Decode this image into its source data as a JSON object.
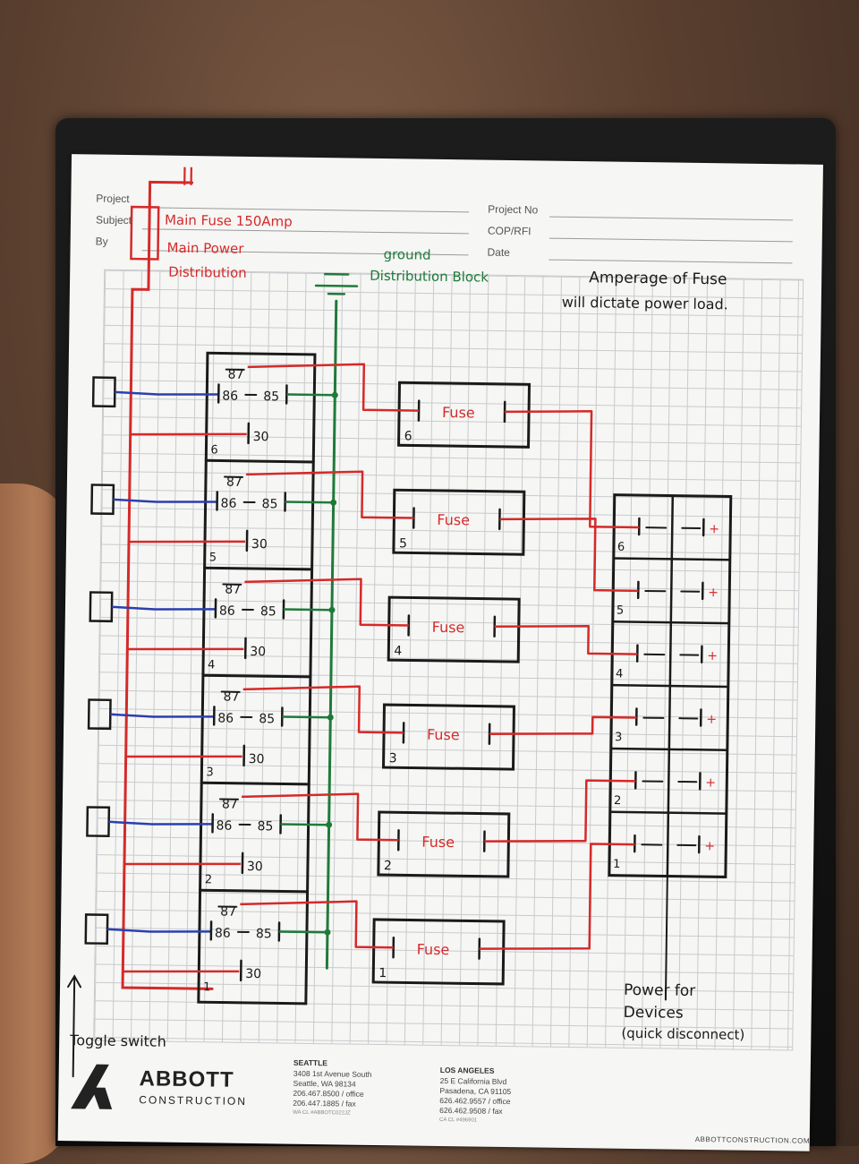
{
  "form": {
    "project_label": "Project",
    "subject_label": "Subject",
    "by_label": "By",
    "project_no_label": "Project No",
    "cop_rfi_label": "COP/RFI",
    "date_label": "Date"
  },
  "notes": {
    "project_value": "||",
    "main_fuse": "Main Fuse 150Amp",
    "main_power_1": "Main Power",
    "main_power_2": "Distribution",
    "ground_1": "ground",
    "ground_2": "Distribution Block",
    "amperage_1": "Amperage of Fuse",
    "amperage_2": "will dictate power load.",
    "power_1": "Power for",
    "power_2": "Devices",
    "power_3": "(quick disconnect)",
    "toggle": "Toggle switch"
  },
  "relays": [
    {
      "n": "6",
      "p87": "87",
      "p86": "86",
      "p85": "85",
      "p30": "30"
    },
    {
      "n": "5",
      "p87": "87",
      "p86": "86",
      "p85": "85",
      "p30": "30"
    },
    {
      "n": "4",
      "p87": "87",
      "p86": "86",
      "p85": "85",
      "p30": "30"
    },
    {
      "n": "3",
      "p87": "87",
      "p86": "86",
      "p85": "85",
      "p30": "30"
    },
    {
      "n": "2",
      "p87": "87",
      "p86": "86",
      "p85": "85",
      "p30": "30"
    },
    {
      "n": "1",
      "p87": "87",
      "p86": "86",
      "p85": "85",
      "p30": "30"
    }
  ],
  "fuses": [
    {
      "n": "6",
      "label": "Fuse"
    },
    {
      "n": "5",
      "label": "Fuse"
    },
    {
      "n": "4",
      "label": "Fuse"
    },
    {
      "n": "3",
      "label": "Fuse"
    },
    {
      "n": "2",
      "label": "Fuse"
    },
    {
      "n": "1",
      "label": "Fuse"
    }
  ],
  "terminals": [
    {
      "n": "6",
      "sign": "+"
    },
    {
      "n": "5",
      "sign": "+"
    },
    {
      "n": "4",
      "sign": "+"
    },
    {
      "n": "3",
      "sign": "+"
    },
    {
      "n": "2",
      "sign": "+"
    },
    {
      "n": "1",
      "sign": "+"
    }
  ],
  "footer": {
    "logo_word": "ABBOTT",
    "logo_sub": "CONSTRUCTION",
    "seattle_title": "SEATTLE",
    "seattle_text": "3408 1st Avenue South\nSeattle, WA 98134\n206.467.8500 / office\n206.447.1885 / fax",
    "seattle_lic": "WA CL #ABBOTC022JZ",
    "la_title": "LOS ANGELES",
    "la_text": "25 E California Blvd\nPasadena, CA 91105\n626.462.9557 / office\n626.462.9508 / fax",
    "la_lic": "CA CL #496901",
    "website": "ABBOTTCONSTRUCTION.COM"
  },
  "colors": {
    "red_ink": "#d42a2a",
    "green_ink": "#1f7a3a",
    "blue_ink": "#2b3fae",
    "black_ink": "#1a1a1a",
    "grid": "#c8cacd"
  }
}
